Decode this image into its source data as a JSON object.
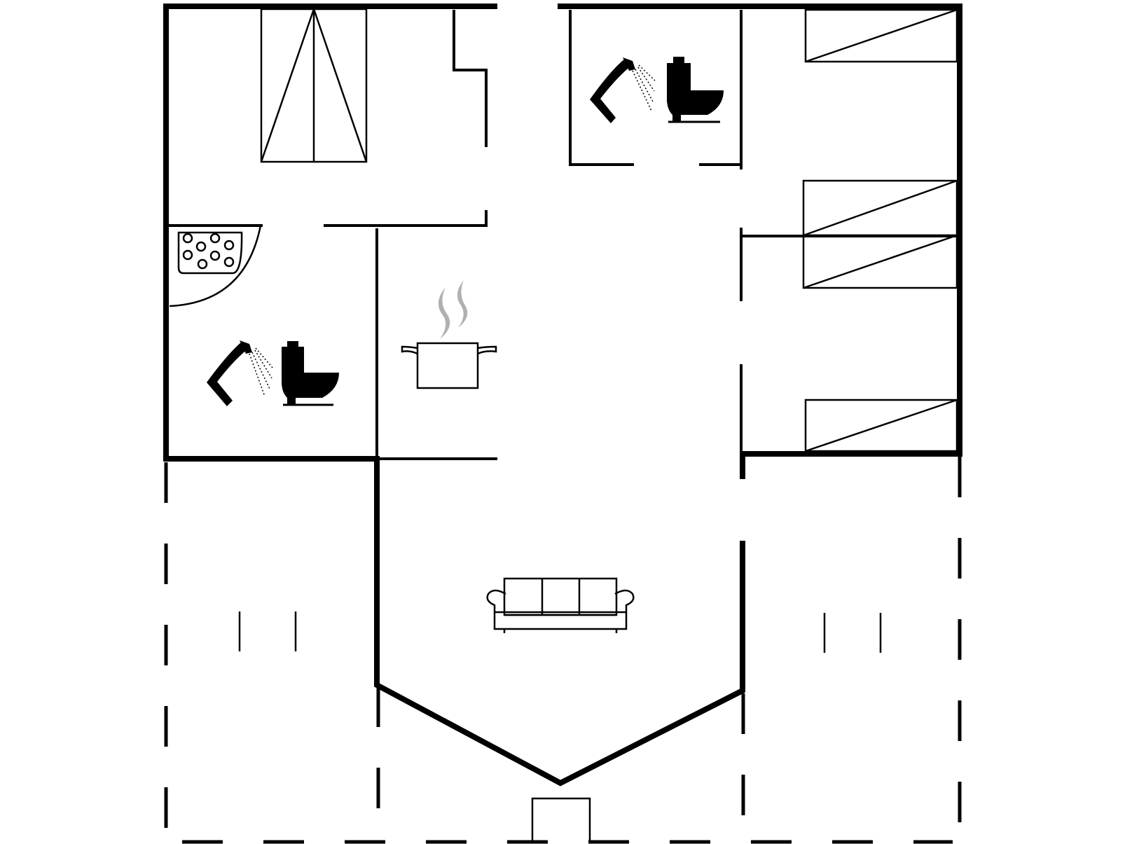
{
  "plan": {
    "type": "floor-plan",
    "icons": [
      {
        "name": "shower-icon",
        "room": "bathroom-left"
      },
      {
        "name": "toilet-icon",
        "room": "bathroom-left"
      },
      {
        "name": "sauna-icon",
        "room": "bathroom-left"
      },
      {
        "name": "shower-icon",
        "room": "bathroom-top"
      },
      {
        "name": "toilet-icon",
        "room": "bathroom-top"
      },
      {
        "name": "cooking-pot-icon",
        "room": "kitchen"
      },
      {
        "name": "sofa-icon",
        "room": "living-room"
      }
    ],
    "beds": {
      "double": 1,
      "single": 3
    },
    "colors": {
      "line": "#000000",
      "steam": "#aaaaaa",
      "background": "#ffffff"
    }
  }
}
